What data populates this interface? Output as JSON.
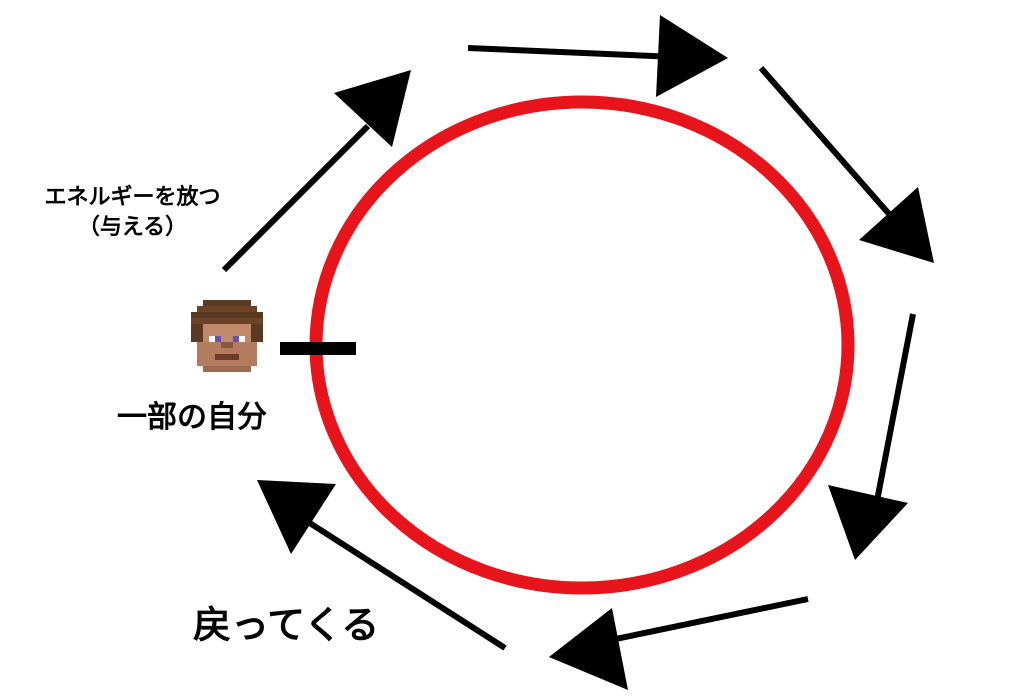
{
  "labels": {
    "give_line1": "エネルギーを放つ",
    "give_line2": "（与える）",
    "self": "一部の自分",
    "return": "戻ってくる"
  },
  "colors": {
    "circle": "#e8141c",
    "arrows": "#000000",
    "text": "#000000"
  },
  "icons": {
    "avatar": "pixel-face-avatar"
  }
}
